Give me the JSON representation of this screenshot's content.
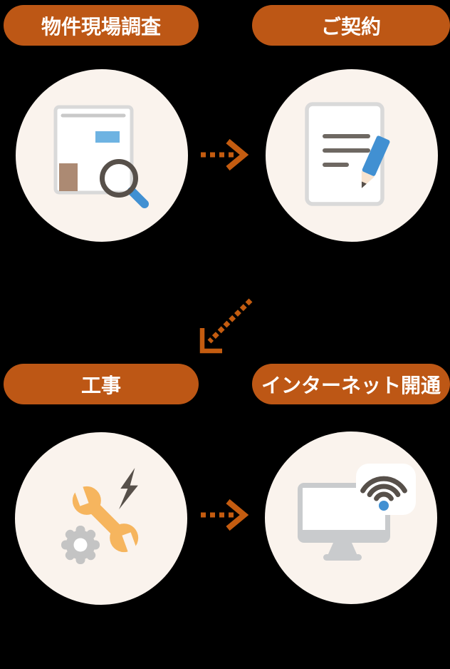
{
  "steps": [
    {
      "label": "物件現場調査",
      "icon": "site-survey-icon"
    },
    {
      "label": "ご契約",
      "icon": "contract-icon"
    },
    {
      "label": "工事",
      "icon": "construction-icon"
    },
    {
      "label": "インターネット開通",
      "icon": "internet-activation-icon"
    }
  ],
  "arrows": [
    {
      "name": "arrow-step1-to-step2",
      "direction": "right",
      "style": "dotted-chevron"
    },
    {
      "name": "arrow-step2-to-step3",
      "direction": "down-left",
      "style": "dotted-corner"
    },
    {
      "name": "arrow-step3-to-step4",
      "direction": "right",
      "style": "dotted-chevron"
    }
  ],
  "colors": {
    "background": "#000000",
    "pill_bg": "#BD5715",
    "pill_text": "#FFFFFF",
    "arrow": "#C45C10",
    "circle_bg": "#FAF3ED",
    "icon_blue": "#4190D2",
    "icon_light_blue": "#6EB3E2",
    "icon_dark_gray": "#57504A",
    "icon_light_gray": "#C9CBCD",
    "icon_brown": "#AC8A73",
    "icon_orange": "#F6B55E",
    "icon_line_gray": "#6E6862",
    "paper_border": "#D9D9D9",
    "pencil_tip": "#F8E4D0",
    "gear_gray": "#C4C4C4"
  }
}
